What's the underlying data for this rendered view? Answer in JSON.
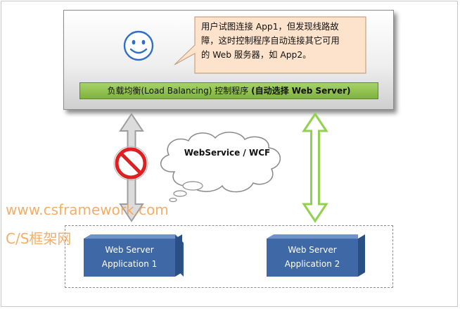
{
  "callout": {
    "lines": [
      "用户试图连接 App1，但发现线路故",
      "障，这时控制程序自动连接其它可用",
      "的 Web 服务器，如 App2。"
    ]
  },
  "load_balancer": {
    "prefix": "负载均衡(Load Balancing) 控制程序 ",
    "emphasis": "(自动选择 Web Server)"
  },
  "cloud": {
    "label": "WebService / WCF"
  },
  "servers": [
    {
      "line1": "Web Server",
      "line2": "Application 1"
    },
    {
      "line1": "Web Server",
      "line2": "Application 2"
    }
  ],
  "watermark": {
    "line1": "www.csframework.com",
    "line2": "C/S框架网"
  },
  "colors": {
    "lb_bar": "#8dc24b",
    "server_box": "#4b77b4",
    "ok_arrow": "#92d050",
    "failed_arrow": "#a6a6a6",
    "prohibit": "#e02020",
    "callout": "#fde2cc"
  }
}
